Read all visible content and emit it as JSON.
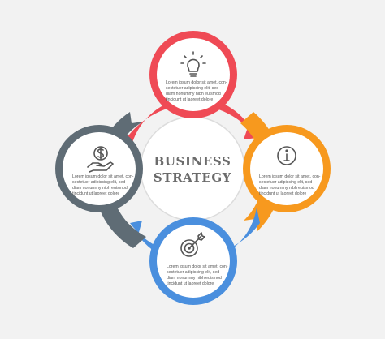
{
  "center": {
    "line1": "BUSINESS",
    "line2": "STRATEGY"
  },
  "colors": {
    "top": "#ef4a55",
    "right": "#f7991e",
    "bottom": "#4a8fde",
    "left": "#5f6c75",
    "background": "#f2f2f2",
    "text": "#555555"
  },
  "nodes": [
    {
      "id": "top",
      "icon": "lightbulb-icon",
      "lines": [
        "Lorem ipsum dolor sit amet, con-",
        "sectetuer adipiscing elit, sed",
        "diam nonummy nibh euismod",
        "tincidunt ut laoreet dolore"
      ]
    },
    {
      "id": "left",
      "icon": "hand-dollar-icon",
      "lines": [
        "Lorem ipsum dolor sit amet, con-",
        "sectetuer adipiscing elit, sed",
        "diam nonummy nibh euismod",
        "tincidunt ut laoreet dolore"
      ]
    },
    {
      "id": "right",
      "icon": "info-icon",
      "lines": [
        "Lorem ipsum dolor sit amet, con-",
        "sectetuer adipiscing elit, sed",
        "diam nonummy nibh euismod",
        "tincidunt ut laoreet dolore"
      ]
    },
    {
      "id": "bottom",
      "icon": "target-arrow-icon",
      "lines": [
        "Lorem ipsum dolor sit amet, con-",
        "sectetuer adipiscing elit, sed",
        "diam nonummy nibh euismod",
        "tincidunt ut laoreet dolore"
      ]
    }
  ]
}
